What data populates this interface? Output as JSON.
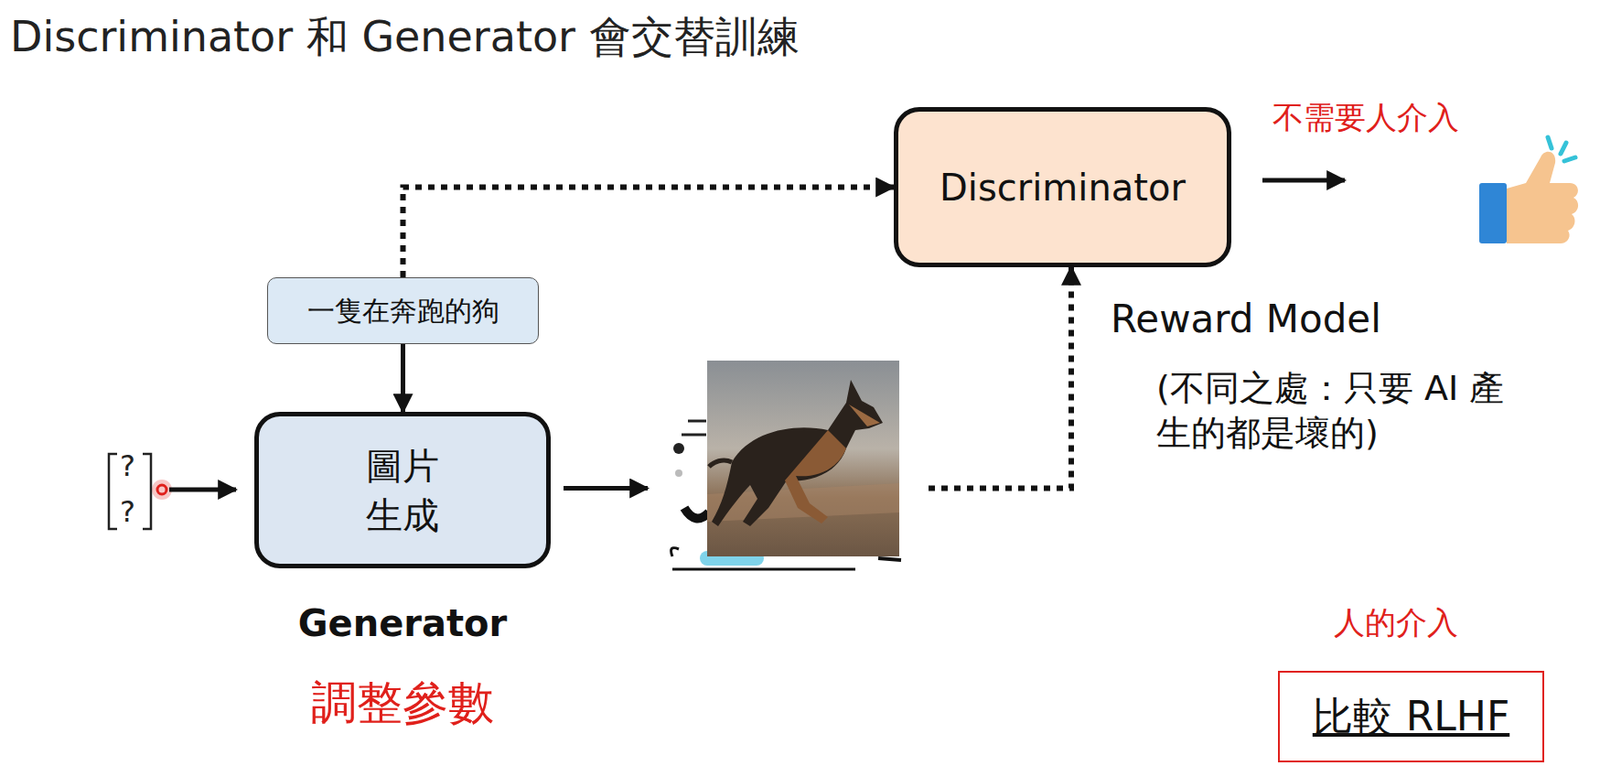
{
  "diagram": {
    "title": "Discriminator 和 Generator 會交替訓練",
    "nodes": [
      {
        "text": [
          "Discriminator"
        ]
      },
      {
        "text": [
          "一隻在奔跑的狗"
        ]
      },
      {
        "text": [
          "圖片 生成",
          "Generator"
        ]
      },
      {
        "text": [
          "比較 RLHF"
        ]
      }
    ],
    "edges": [
      {
        "from": 1,
        "to": 0,
        "arrow": "to"
      },
      {
        "from": 1,
        "to": 2,
        "arrow": "to"
      },
      {
        "from": 2,
        "to": 0,
        "arrow": "to"
      }
    ],
    "labels": [
      "不需要人介入",
      "Reward Model",
      "(不同之處：只要 AI 產生的都是壞的)",
      "?",
      "?",
      "調整參數",
      "人的介入"
    ]
  }
}
